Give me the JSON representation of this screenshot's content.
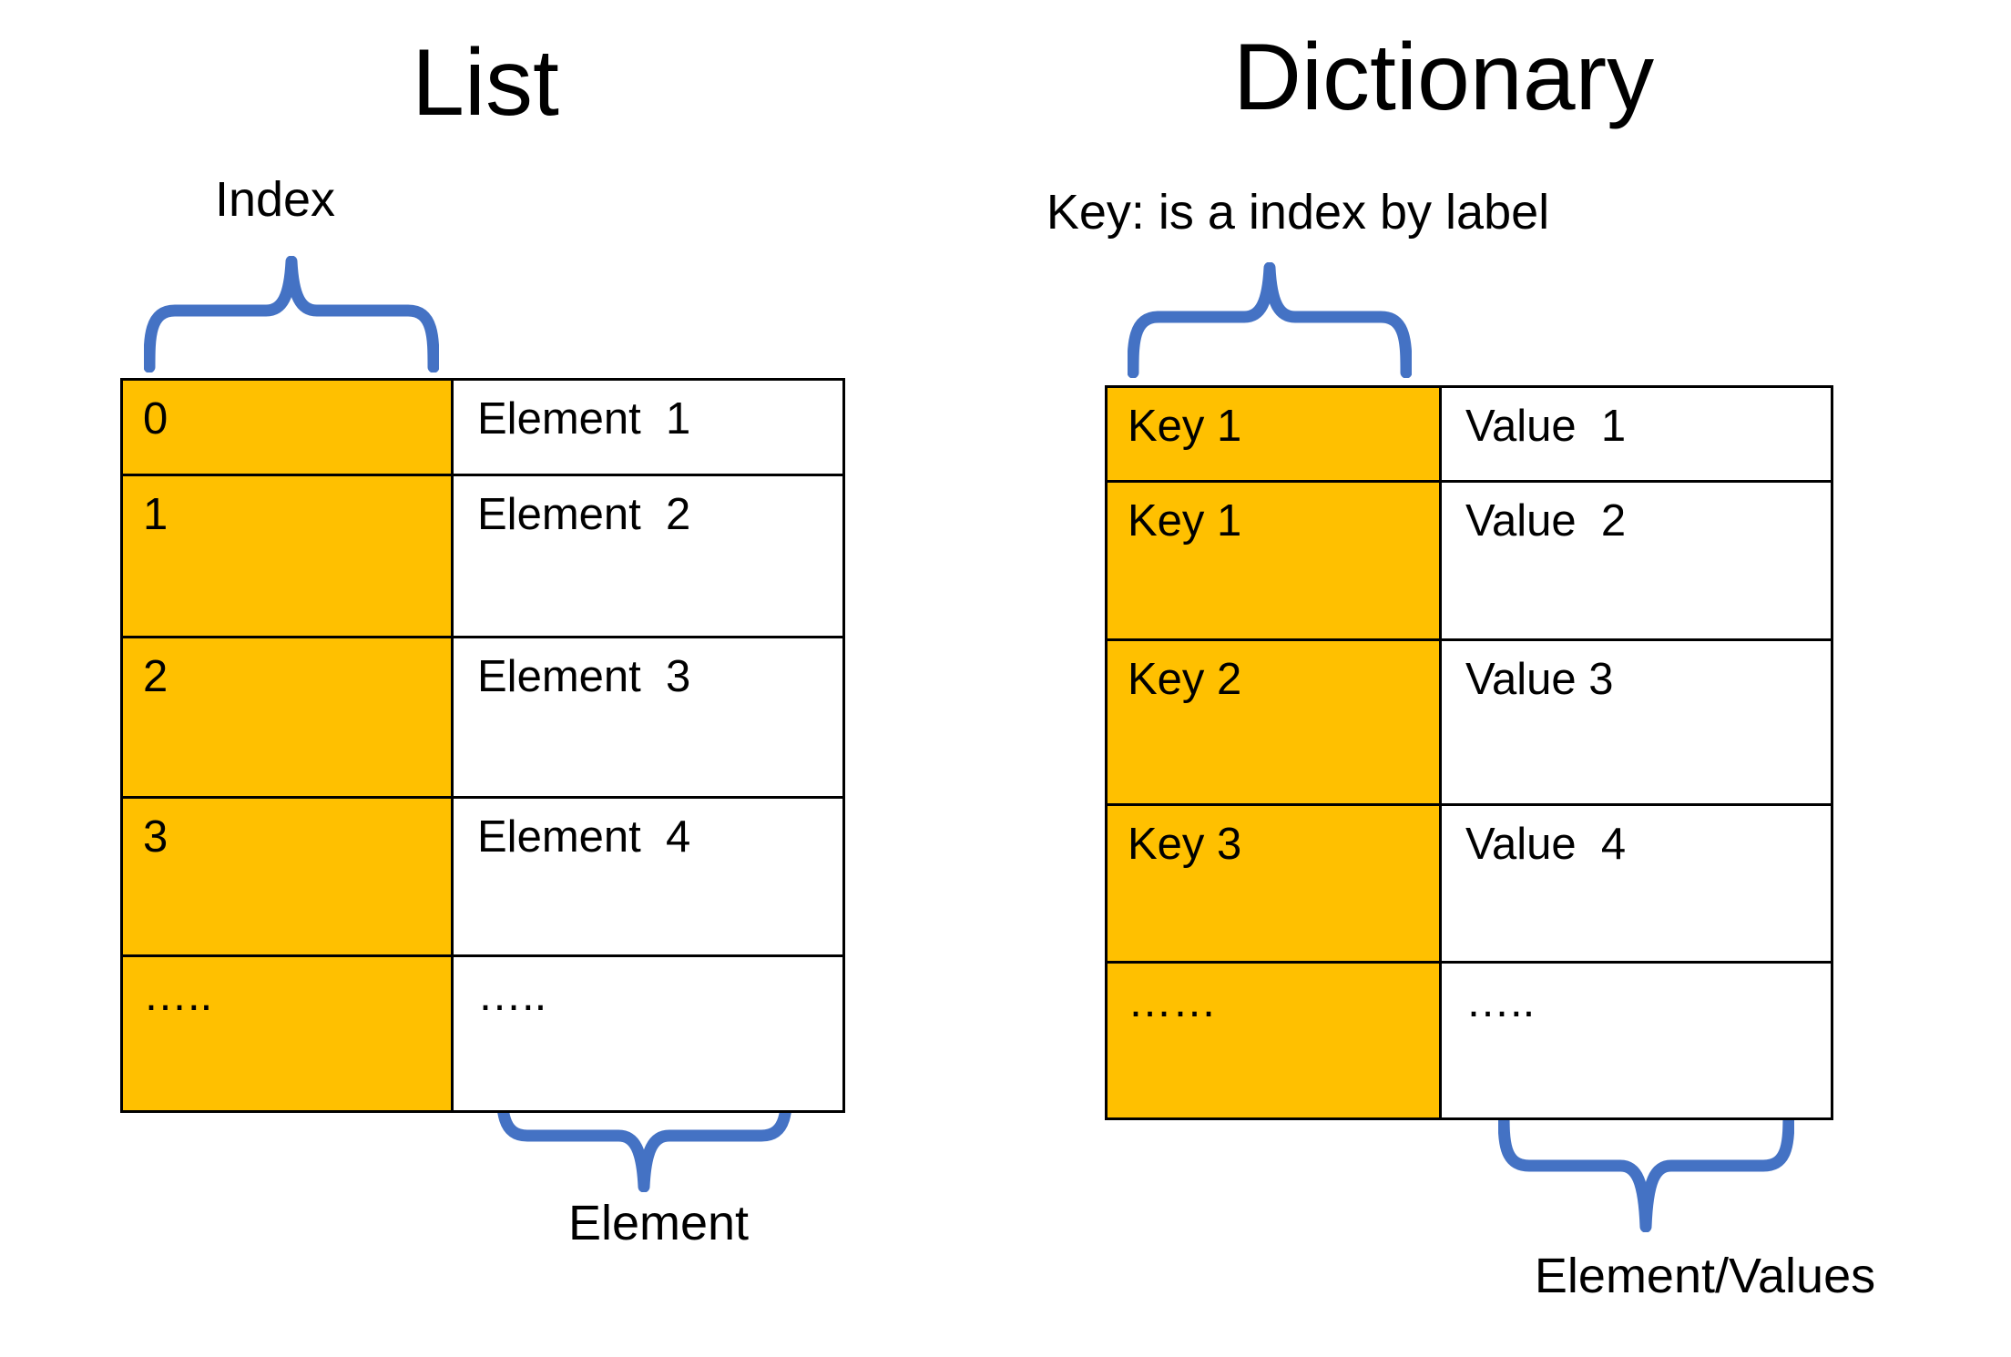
{
  "left_panel": {
    "title": "List",
    "top_label": "Index",
    "bottom_label": "Element",
    "rows": [
      {
        "key": "0",
        "value": "Element  1"
      },
      {
        "key": "1",
        "value": "Element  2"
      },
      {
        "key": "2",
        "value": "Element  3"
      },
      {
        "key": "3",
        "value": "Element  4"
      },
      {
        "key": "…..",
        "value": "….."
      }
    ]
  },
  "right_panel": {
    "title": "Dictionary",
    "top_label": "Key: is a index by label",
    "bottom_label": "Element/Values",
    "rows": [
      {
        "key": "Key 1",
        "value": "Value  1"
      },
      {
        "key": "Key 1",
        "value": "Value  2"
      },
      {
        "key": "Key 2",
        "value": "Value 3"
      },
      {
        "key": "Key 3",
        "value": "Value  4"
      },
      {
        "key": "……",
        "value": "….."
      }
    ]
  },
  "colors": {
    "highlight_cell_fill": "#FFC000",
    "brace_blue": "#4472C4",
    "table_border": "#000000",
    "background": "#FFFFFF",
    "text": "#000000"
  }
}
